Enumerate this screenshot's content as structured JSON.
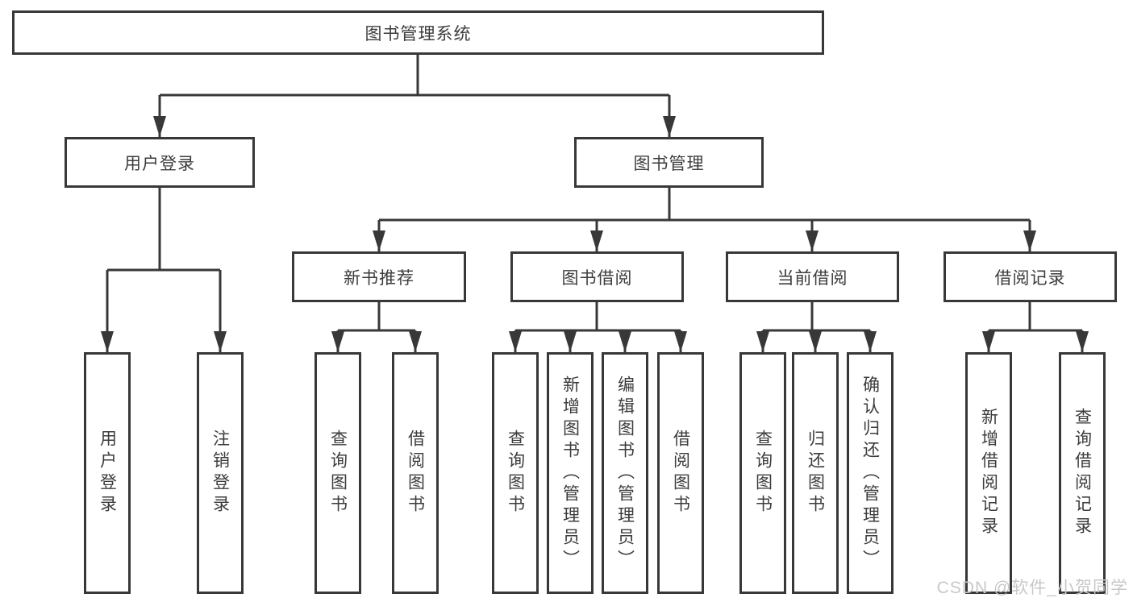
{
  "colors": {
    "line": "#383838",
    "text": "#3c3c3c",
    "box_background": "#ffffff",
    "watermark": "#c8c8c8"
  },
  "watermark": {
    "text": "CSDN @软件_小贺同学"
  },
  "tree": {
    "label": "图书管理系统",
    "children": [
      {
        "label": "用户登录",
        "children": [
          {
            "label": "用户登录"
          },
          {
            "label": "注销登录"
          }
        ]
      },
      {
        "label": "图书管理",
        "children": [
          {
            "label": "新书推荐",
            "children": [
              {
                "label": "查询图书"
              },
              {
                "label": "借阅图书"
              }
            ]
          },
          {
            "label": "图书借阅",
            "children": [
              {
                "label": "查询图书"
              },
              {
                "label": "新增图书（管理员）"
              },
              {
                "label": "编辑图书（管理员）"
              },
              {
                "label": "借阅图书"
              }
            ]
          },
          {
            "label": "当前借阅",
            "children": [
              {
                "label": "查询图书"
              },
              {
                "label": "归还图书"
              },
              {
                "label": "确认归还（管理员）"
              }
            ]
          },
          {
            "label": "借阅记录",
            "children": [
              {
                "label": "新增借阅记录"
              },
              {
                "label": "查询借阅记录"
              }
            ]
          }
        ]
      }
    ]
  }
}
